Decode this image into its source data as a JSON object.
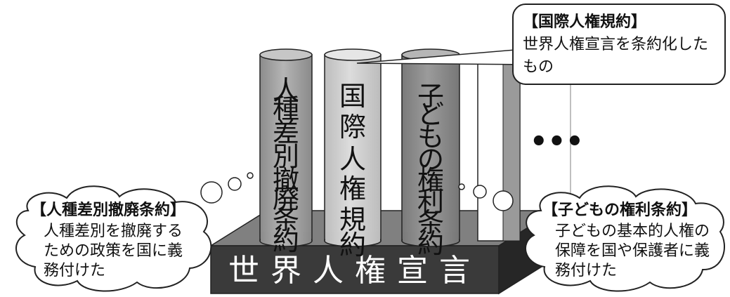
{
  "base": {
    "label": "世界人権宣言"
  },
  "pillars": [
    {
      "label": "人種差別撤廃条約",
      "tone": "#a6a6a6"
    },
    {
      "label": "国際人権規約",
      "tone": "#cfcfcf"
    },
    {
      "label": "子どもの権利条約",
      "tone": "#8f8f8f"
    }
  ],
  "more_indicator": "•••",
  "callouts": {
    "covenant": {
      "title": "【国際人権規約】",
      "lines": [
        "世界人権宣言を条約化した",
        "もの"
      ]
    },
    "racial": {
      "title": "【人種差別撤廃条約】",
      "lines": [
        "人種差別を撤廃する",
        "ための政策を国に義",
        "務付けた"
      ]
    },
    "child": {
      "title": "【子どもの権利条約】",
      "lines": [
        "子どもの基本的人権の",
        "保障を国や保護者に義",
        "務付けた"
      ]
    }
  },
  "colors": {
    "base_top": "#7f7f7f",
    "base_front": "#3a3a3a",
    "base_side": "#262626"
  }
}
